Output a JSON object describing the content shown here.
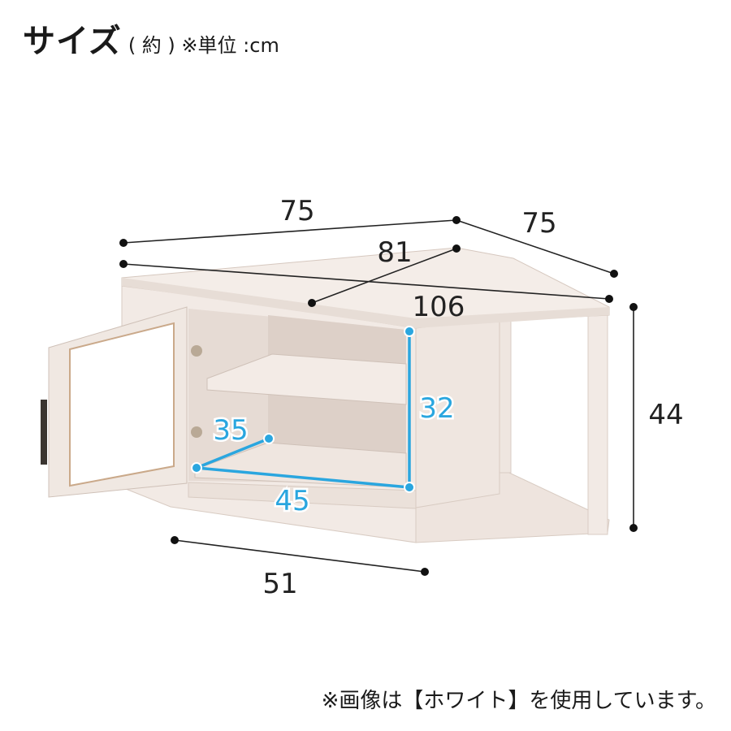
{
  "header": {
    "title": "サイズ",
    "subtitle": "( 約 ) ※単位 :cm"
  },
  "dimensions": {
    "outer": [
      {
        "name": "top-width",
        "label": "75"
      },
      {
        "name": "side-depth",
        "label": "75"
      },
      {
        "name": "diagonal-depth",
        "label": "81"
      },
      {
        "name": "total-width",
        "label": "106"
      },
      {
        "name": "height",
        "label": "44"
      },
      {
        "name": "front-width",
        "label": "51"
      }
    ],
    "inner": [
      {
        "name": "inner-depth",
        "label": "35"
      },
      {
        "name": "inner-height",
        "label": "32"
      },
      {
        "name": "inner-width",
        "label": "45"
      }
    ]
  },
  "colors": {
    "wood": "#f1e9e4",
    "wood_shade": "#e4d8d1",
    "dimension_line": "#222222",
    "inner_dimension": "#2aa6df"
  },
  "footnote": "※画像は【ホワイト】を使用しています。"
}
